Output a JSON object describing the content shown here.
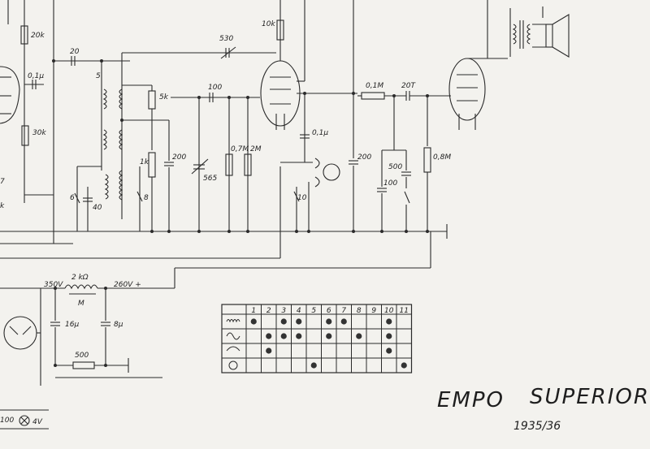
{
  "title": {
    "brand": "EMPO",
    "model": "SUPERIOR",
    "year": "1935/36"
  },
  "components": {
    "r_20k": "20k",
    "c_20": "20",
    "c_530": "530",
    "r_10k": "10k",
    "c_01a": "0,1µ",
    "r_30k": "30k",
    "l_5": "5",
    "r_5k": "5k",
    "c_100a": "100",
    "r_01M": "0,1M",
    "c_20T": "20T",
    "r_1k": "1k",
    "c_200a": "200",
    "c_565": "565",
    "r_07M": "0,7M",
    "r_2M": "2M",
    "c_01b": "0,1µ",
    "c_200b": "200",
    "c_500": "500",
    "c_100b": "100",
    "r_08M": "0,8M",
    "sw_6": "6",
    "c_40": "40",
    "sw_8": "8",
    "sw_10": "10",
    "misc_7": "7",
    "misc_k": "k",
    "v_350": "350V",
    "r_2kohm": "2 kΩ",
    "l_M": "M",
    "v_260": "260V +",
    "c_16u": "16µ",
    "c_8u": "8µ",
    "r_500": "500",
    "c_100c": "100",
    "lamp_4V": "4V"
  },
  "switch_table": {
    "columns": [
      "1",
      "2",
      "3",
      "4",
      "5",
      "6",
      "7",
      "8",
      "9",
      "10",
      "11"
    ],
    "rows": [
      {
        "symbol": "long-wave-icon",
        "dots": [
          1,
          3,
          4,
          6,
          7,
          10
        ]
      },
      {
        "symbol": "medium-wave-icon",
        "dots": [
          2,
          3,
          4,
          6,
          8,
          10
        ]
      },
      {
        "symbol": "short-wave-icon",
        "dots": [
          2,
          10
        ]
      },
      {
        "symbol": "pickup-icon",
        "dots": [
          5,
          11
        ]
      }
    ]
  }
}
